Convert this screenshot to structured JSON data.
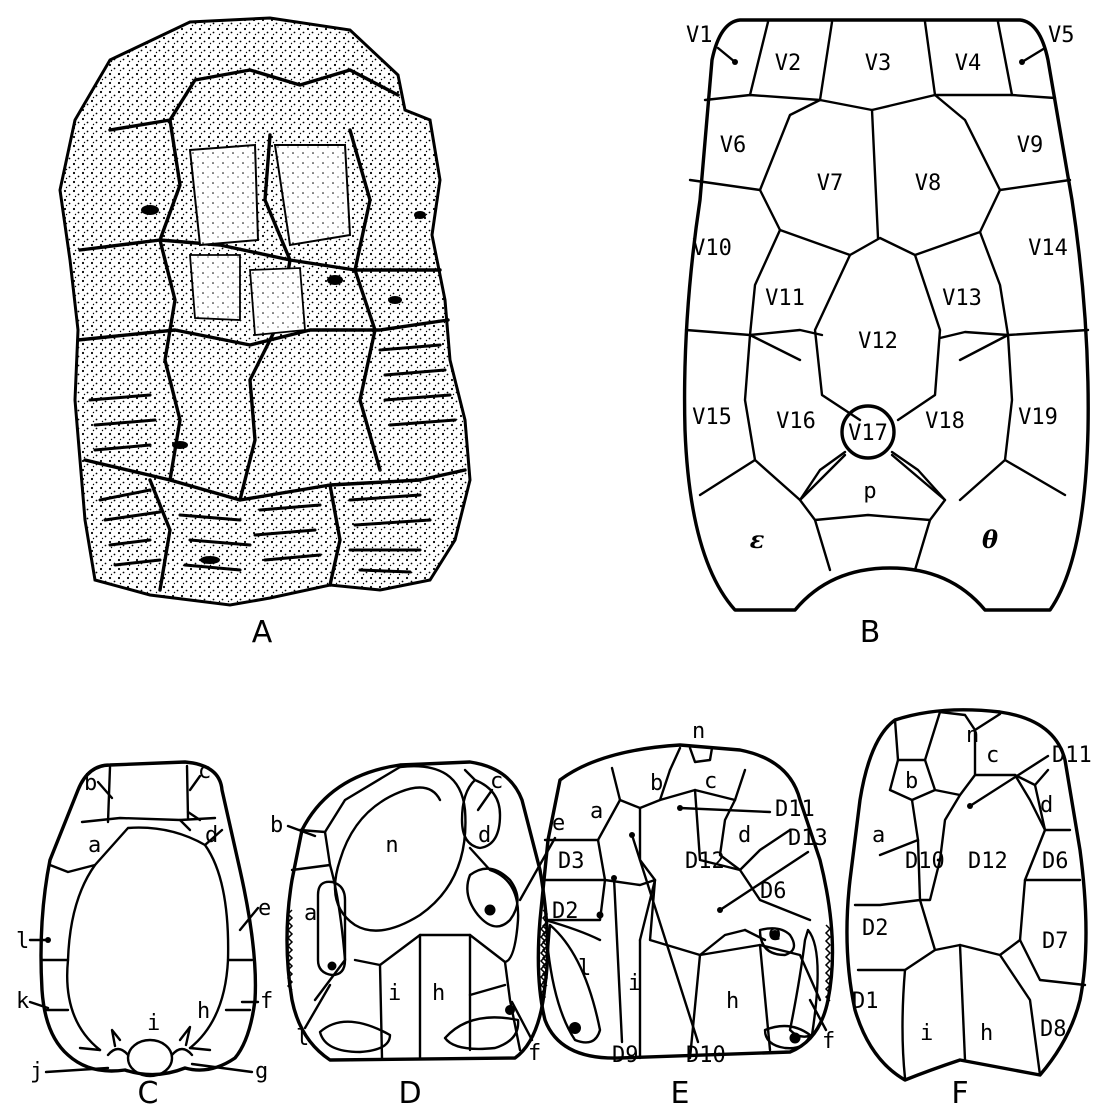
{
  "panels": {
    "A": {
      "label": "A"
    },
    "B": {
      "label": "B",
      "plates": [
        "V1",
        "V2",
        "V3",
        "V4",
        "V5",
        "V6",
        "V7",
        "V8",
        "V9",
        "V10",
        "V11",
        "V12",
        "V13",
        "V14",
        "V15",
        "V16",
        "V17",
        "V18",
        "V19",
        "p"
      ],
      "epsilon": "ε",
      "theta": "θ"
    },
    "C": {
      "label": "C",
      "plates": [
        "b",
        "c",
        "d",
        "a",
        "e",
        "l",
        "i",
        "h",
        "k",
        "f",
        "j",
        "g"
      ]
    },
    "D": {
      "label": "D",
      "plates": [
        "b",
        "n",
        "c",
        "d",
        "e",
        "a",
        "i",
        "h",
        "l",
        "f"
      ]
    },
    "E": {
      "label": "E",
      "plates": [
        "n",
        "b",
        "c",
        "a",
        "D11",
        "d",
        "D13",
        "D3",
        "D12",
        "D6",
        "D2",
        "l",
        "e",
        "i",
        "h",
        "D9",
        "D10",
        "f"
      ]
    },
    "F": {
      "label": "F",
      "plates": [
        "n",
        "b",
        "c",
        "D11",
        "d",
        "a",
        "D10",
        "D12",
        "D6",
        "D2",
        "D7",
        "D1",
        "i",
        "h",
        "D8"
      ]
    }
  }
}
